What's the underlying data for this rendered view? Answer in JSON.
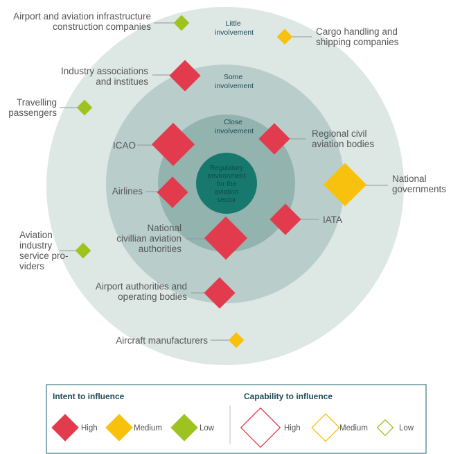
{
  "rings": {
    "little": "Little involvement",
    "some": "Some involvement",
    "close": "Close involvement",
    "core": [
      "Regulatory",
      "environment",
      "for the",
      "aviation",
      "sector"
    ]
  },
  "stakeholders": [
    {
      "id": "airport-infrastructure",
      "lines": [
        "Airport and aviation infrastructure",
        "construction companies"
      ],
      "intent": "Low",
      "capability": "Low"
    },
    {
      "id": "cargo-handling",
      "lines": [
        "Cargo handling and",
        "shipping companies"
      ],
      "intent": "Medium",
      "capability": "Low"
    },
    {
      "id": "industry-associations",
      "lines": [
        "Industry associations",
        "and institues"
      ],
      "intent": "High",
      "capability": "Medium"
    },
    {
      "id": "travelling-passengers",
      "lines": [
        "Travelling",
        "passengers"
      ],
      "intent": "Low",
      "capability": "Low"
    },
    {
      "id": "icao",
      "lines": [
        "ICAO"
      ],
      "intent": "High",
      "capability": "High"
    },
    {
      "id": "regional-civil-aviation",
      "lines": [
        "Regional civil",
        "aviation bodies"
      ],
      "intent": "High",
      "capability": "Medium"
    },
    {
      "id": "national-governments",
      "lines": [
        "National",
        "governments"
      ],
      "intent": "Medium",
      "capability": "High"
    },
    {
      "id": "airlines",
      "lines": [
        "Airlines"
      ],
      "intent": "High",
      "capability": "Medium"
    },
    {
      "id": "iata",
      "lines": [
        "IATA"
      ],
      "intent": "High",
      "capability": "Medium"
    },
    {
      "id": "national-civil-aviation",
      "lines": [
        "National",
        "civillian aviation",
        "authorities"
      ],
      "intent": "High",
      "capability": "High"
    },
    {
      "id": "aviation-service-providers",
      "lines": [
        "Aviation",
        "industry",
        "service pro-",
        "viders"
      ],
      "intent": "Low",
      "capability": "Low"
    },
    {
      "id": "airport-authorities",
      "lines": [
        "Airport authorities and",
        "operating bodies"
      ],
      "intent": "High",
      "capability": "Medium"
    },
    {
      "id": "aircraft-manufacturers",
      "lines": [
        "Aircraft manufacturers"
      ],
      "intent": "Medium",
      "capability": "Low"
    }
  ],
  "legend": {
    "intent_title": "Intent to influence",
    "capability_title": "Capability to influence",
    "levels": [
      "High",
      "Medium",
      "Low"
    ]
  },
  "colors": {
    "high": "#e23b4e",
    "medium": "#f7c10d",
    "low": "#9ec320",
    "ring_outer": "#dde7e4",
    "ring_some": "#b9cecb",
    "ring_close": "#93b3ae",
    "core": "#17786d"
  }
}
